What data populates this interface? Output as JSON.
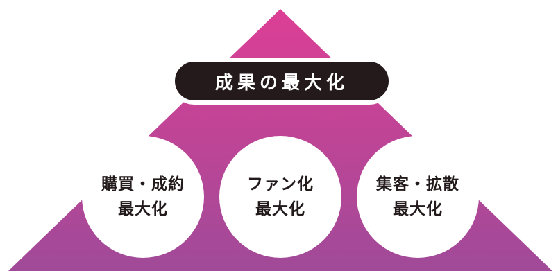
{
  "diagram": {
    "top_label": "成果の最大化",
    "circles": [
      {
        "line1": "購買・成約",
        "line2": "最大化"
      },
      {
        "line1": "ファン化",
        "line2": "最大化"
      },
      {
        "line1": "集客・拡散",
        "line2": "最大化"
      }
    ],
    "colors": {
      "gradient_top": "#dc3f95",
      "gradient_bottom": "#a04a98",
      "pill_background": "#241a1c",
      "pill_text": "#ffffff",
      "circle_fill": "#ffffff",
      "circle_text": "#231a1c"
    }
  }
}
